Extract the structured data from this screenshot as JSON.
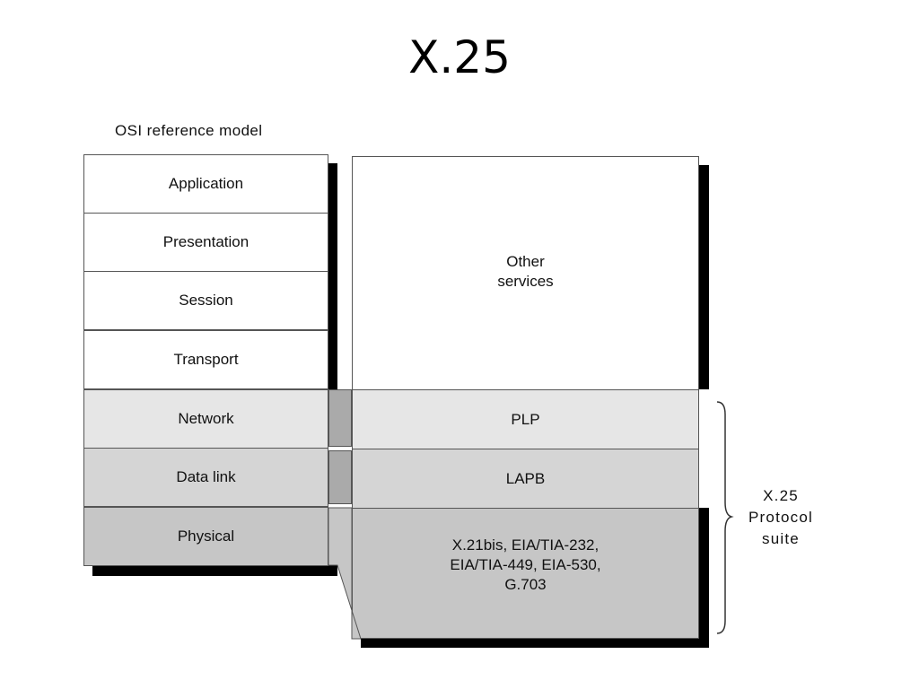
{
  "slide": {
    "title": "X.25"
  },
  "osi_model": {
    "caption": "OSI reference model",
    "layers": [
      {
        "label": "Application"
      },
      {
        "label": "Presentation"
      },
      {
        "label": "Session"
      },
      {
        "label": "Transport"
      },
      {
        "label": "Network"
      },
      {
        "label": "Data link"
      },
      {
        "label": "Physical"
      }
    ]
  },
  "x25_stack": {
    "other_services": "Other\nservices",
    "plp": "PLP",
    "lapb": "LAPB",
    "physical": "X.21bis, EIA/TIA-232,\nEIA/TIA-449, EIA-530,\nG.703"
  },
  "suite_label": {
    "line1": "X.25",
    "line2": "Protocol",
    "line3": "suite"
  },
  "colors": {
    "upper_layers": "#ffffff",
    "network_layer": "#e6e6e6",
    "datalink_layer": "#d5d5d5",
    "physical_layer": "#c6c6c6",
    "connector": "#aaaaaa",
    "shadow": "#000000"
  }
}
